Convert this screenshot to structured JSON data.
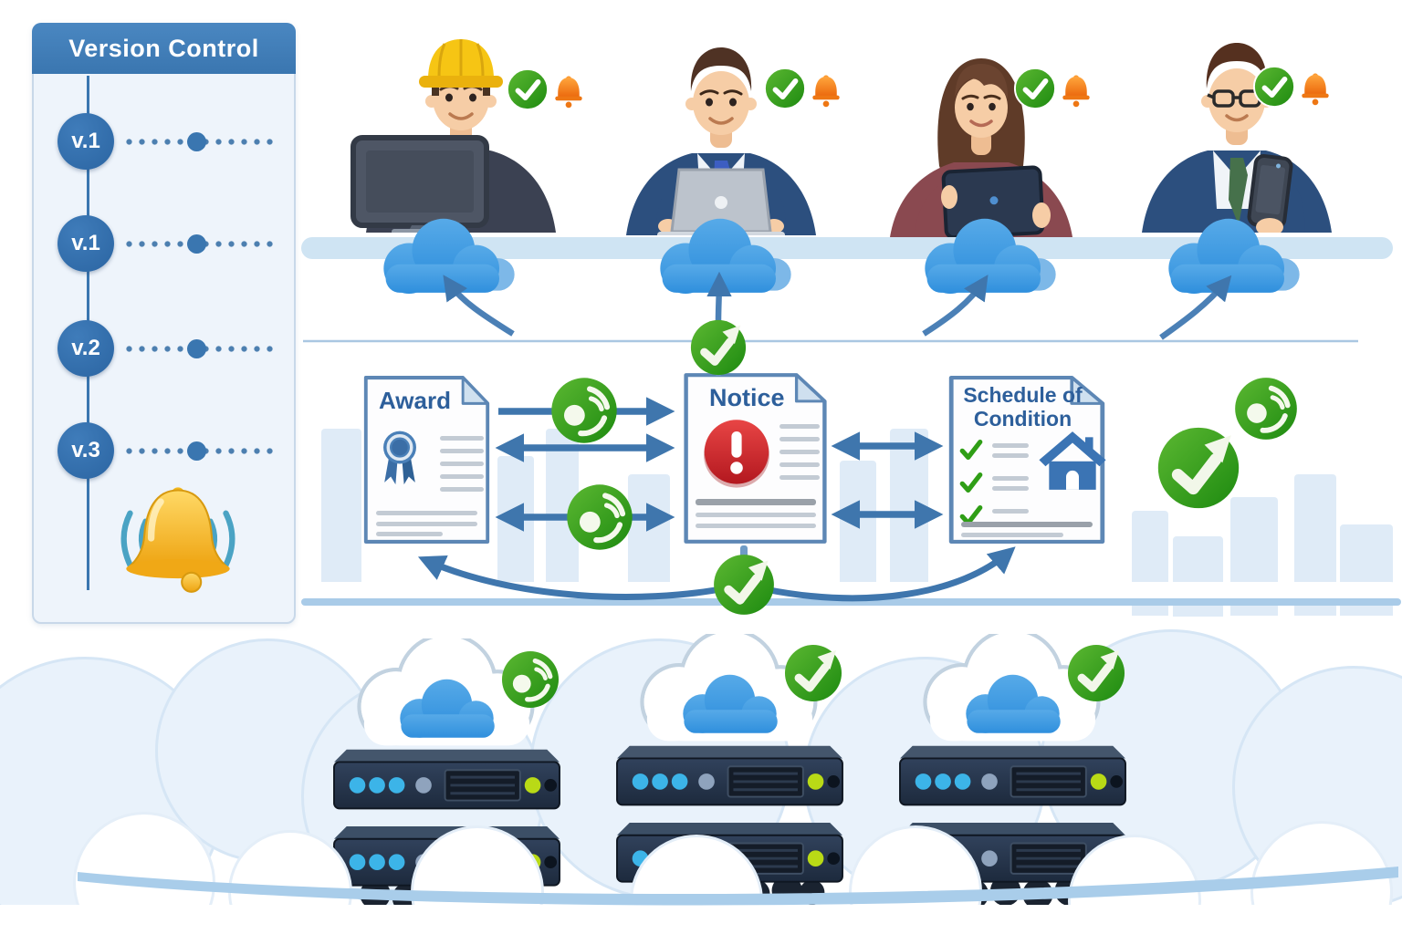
{
  "panel": {
    "title": "Version Control",
    "versions": [
      {
        "label": "v.1"
      },
      {
        "label": "v.1"
      },
      {
        "label": "v.2"
      },
      {
        "label": "v.3"
      }
    ],
    "alert_icon": "ringing-bell"
  },
  "people": [
    {
      "id": "engineer-desktop",
      "device": "desktop-monitor",
      "status_icons": [
        "approved-check",
        "notification-bell"
      ]
    },
    {
      "id": "manager-laptop",
      "device": "laptop",
      "status_icons": [
        "approved-check",
        "notification-bell"
      ]
    },
    {
      "id": "woman-tablet",
      "device": "tablet",
      "status_icons": [
        "approved-check",
        "notification-bell"
      ]
    },
    {
      "id": "man-phone",
      "device": "smartphone",
      "status_icons": [
        "approved-check",
        "notification-bell"
      ]
    }
  ],
  "clouds": {
    "count_top": 4,
    "count_servers": 3
  },
  "documents": [
    {
      "title": "Award",
      "icon": "award-ribbon"
    },
    {
      "title": "Notice",
      "icon": "alert-exclamation"
    },
    {
      "title": "Schedule of Condition",
      "icon": "house-checklist"
    }
  ],
  "servers": {
    "stacks": 3,
    "badges": [
      "sync-refresh",
      "progress-check",
      "progress-check"
    ]
  },
  "colors": {
    "header_blue": "#3a76b0",
    "node_blue": "#2b65a2",
    "cloud_blue": "#2f8fdd",
    "arrow_blue": "#3f76ad",
    "doc_title_blue": "#2d5f9b",
    "status_green": "#2f9e16",
    "bell_orange": "#f07c18",
    "alert_red": "#cc2127",
    "server_navy": "#232f41",
    "gold_bell": "#f5b520"
  }
}
